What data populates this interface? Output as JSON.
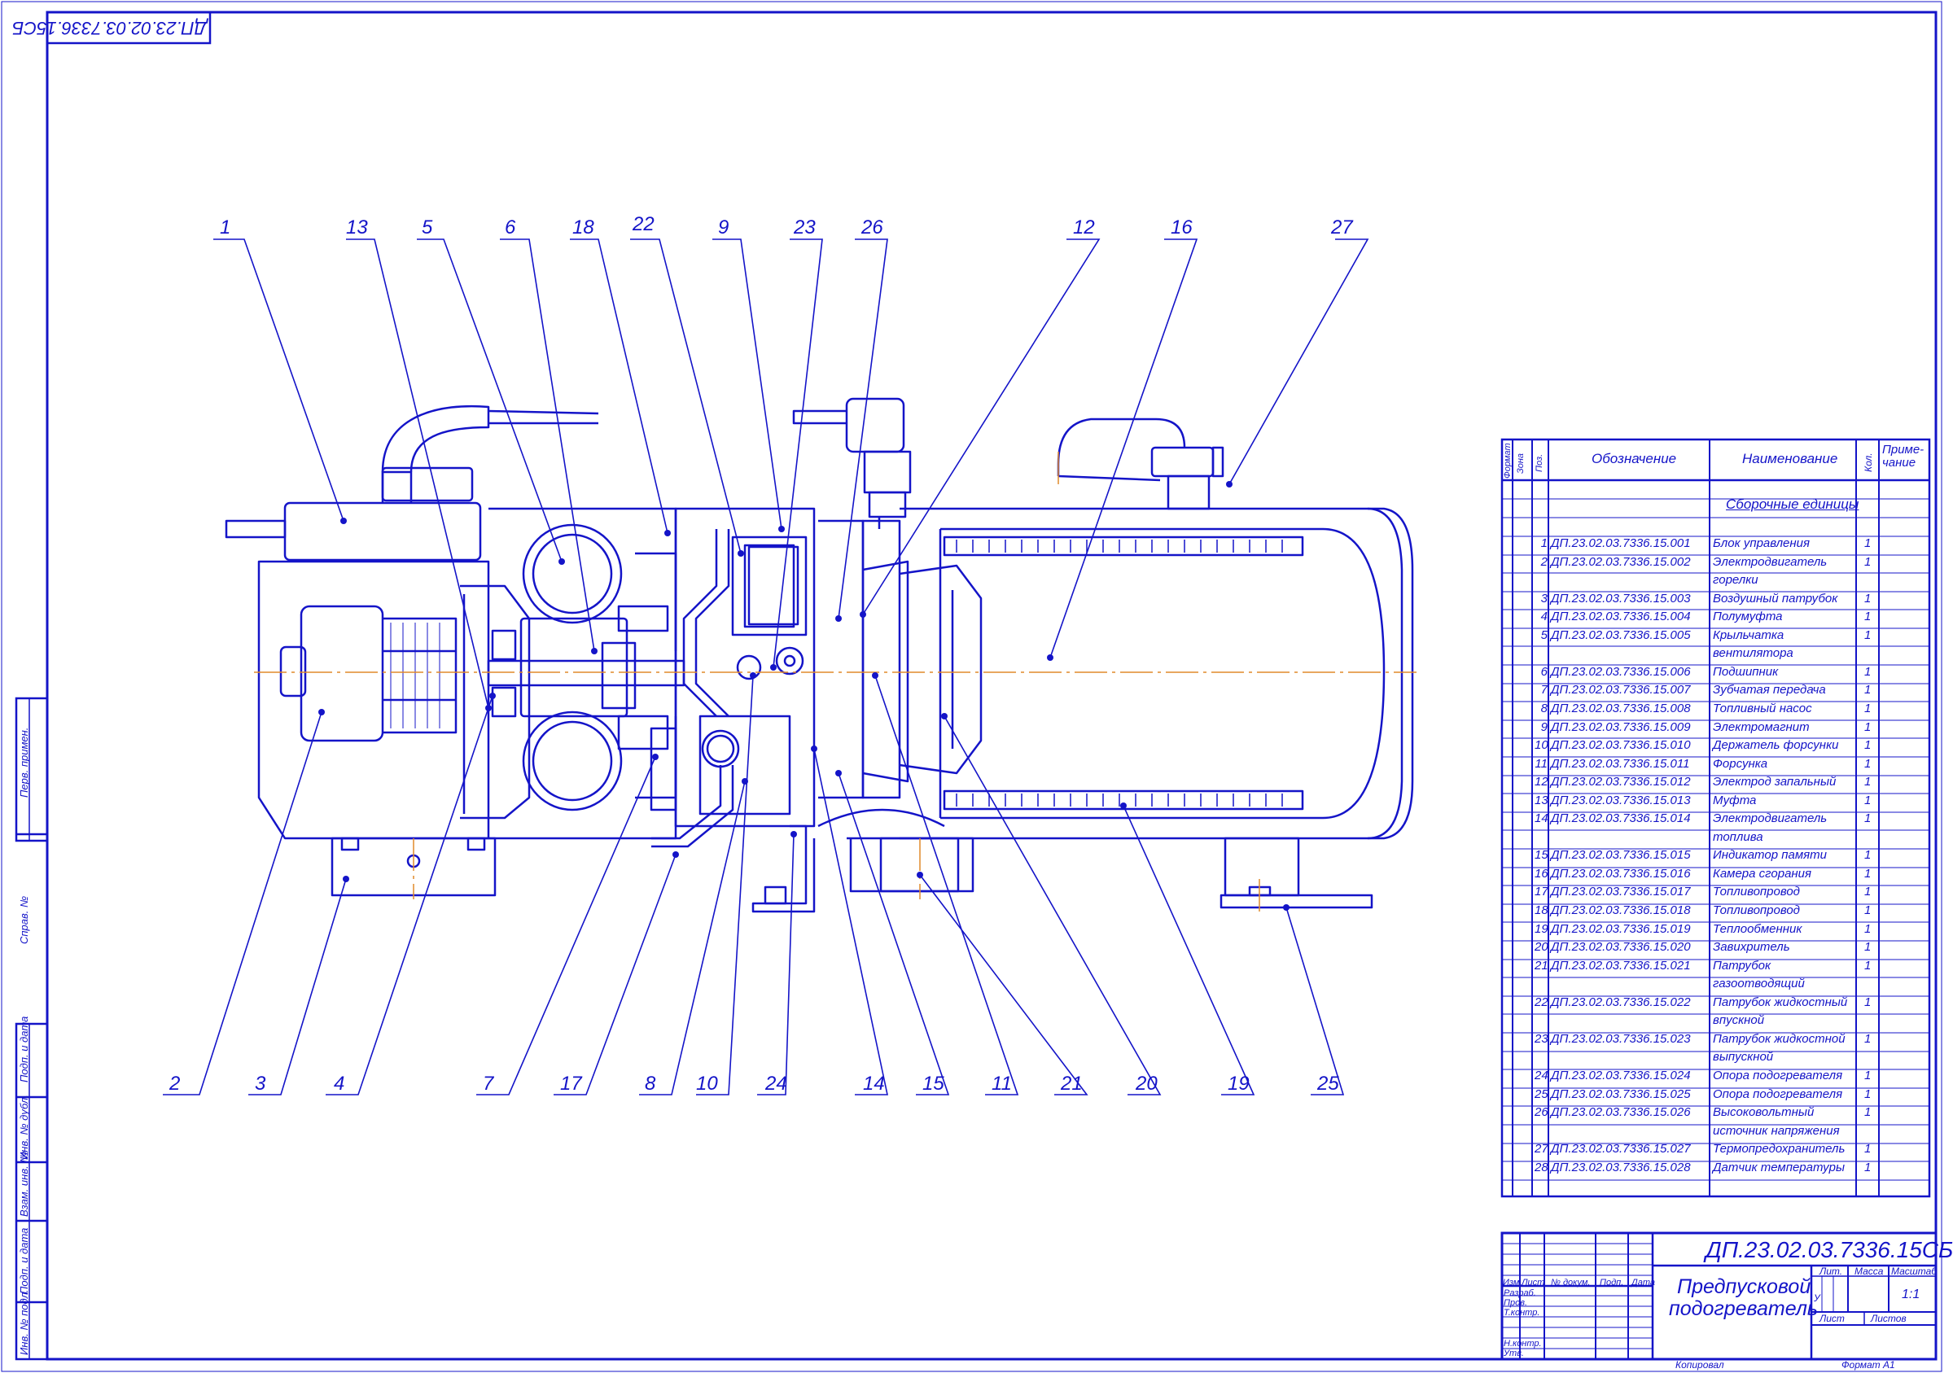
{
  "sheet": {
    "top_code": "ДП.23.02.03.7336.15СБ",
    "format": "Формат  А1",
    "copied": "Копировал"
  },
  "callouts": {
    "top": [
      "1",
      "13",
      "5",
      "6",
      "18",
      "22",
      "9",
      "23",
      "26",
      "12",
      "16",
      "27"
    ],
    "bottom": [
      "2",
      "3",
      "4",
      "7",
      "17",
      "8",
      "10",
      "24",
      "14",
      "15",
      "11",
      "21",
      "20",
      "19",
      "25"
    ]
  },
  "spec_table": {
    "headers": {
      "format": "Формат",
      "zone": "Зона",
      "pos": "Поз.",
      "designation": "Обозначение",
      "name": "Наименование",
      "qty": "Кол.",
      "note": "Приме-\nчание"
    },
    "section_title": "Сборочные единицы",
    "rows": [
      {
        "pos": "1",
        "code": "ДП.23.02.03.7336.15.001",
        "name": "Блок управления",
        "qty": "1"
      },
      {
        "pos": "2",
        "code": "ДП.23.02.03.7336.15.002",
        "name": "Электродвигатель",
        "qty": "1"
      },
      {
        "pos": "",
        "code": "",
        "name": "горелки",
        "qty": ""
      },
      {
        "pos": "3",
        "code": "ДП.23.02.03.7336.15.003",
        "name": "Воздушный патрубок",
        "qty": "1"
      },
      {
        "pos": "4",
        "code": "ДП.23.02.03.7336.15.004",
        "name": "Полумуфта",
        "qty": "1"
      },
      {
        "pos": "5",
        "code": "ДП.23.02.03.7336.15.005",
        "name": "Крыльчатка",
        "qty": "1"
      },
      {
        "pos": "",
        "code": "",
        "name": "вентилятора",
        "qty": ""
      },
      {
        "pos": "6",
        "code": "ДП.23.02.03.7336.15.006",
        "name": "Подшипник",
        "qty": "1"
      },
      {
        "pos": "7",
        "code": "ДП.23.02.03.7336.15.007",
        "name": "Зубчатая передача",
        "qty": "1"
      },
      {
        "pos": "8",
        "code": "ДП.23.02.03.7336.15.008",
        "name": "Топливный насос",
        "qty": "1"
      },
      {
        "pos": "9",
        "code": "ДП.23.02.03.7336.15.009",
        "name": "Электромагнит",
        "qty": "1"
      },
      {
        "pos": "10",
        "code": "ДП.23.02.03.7336.15.010",
        "name": "Держатель форсунки",
        "qty": "1"
      },
      {
        "pos": "11",
        "code": "ДП.23.02.03.7336.15.011",
        "name": "Форсунка",
        "qty": "1"
      },
      {
        "pos": "12",
        "code": "ДП.23.02.03.7336.15.012",
        "name": "Электрод запальный",
        "qty": "1"
      },
      {
        "pos": "13",
        "code": "ДП.23.02.03.7336.15.013",
        "name": "Муфта",
        "qty": "1"
      },
      {
        "pos": "14",
        "code": "ДП.23.02.03.7336.15.014",
        "name": "Электродвигатель",
        "qty": "1"
      },
      {
        "pos": "",
        "code": "",
        "name": "топлива",
        "qty": ""
      },
      {
        "pos": "15",
        "code": "ДП.23.02.03.7336.15.015",
        "name": "Индикатор памяти",
        "qty": "1"
      },
      {
        "pos": "16",
        "code": "ДП.23.02.03.7336.15.016",
        "name": "Камера сгорания",
        "qty": "1"
      },
      {
        "pos": "17",
        "code": "ДП.23.02.03.7336.15.017",
        "name": "Топливопровод",
        "qty": "1"
      },
      {
        "pos": "18",
        "code": "ДП.23.02.03.7336.15.018",
        "name": "Топливопровод",
        "qty": "1"
      },
      {
        "pos": "19",
        "code": "ДП.23.02.03.7336.15.019",
        "name": "Теплообменник",
        "qty": "1"
      },
      {
        "pos": "20",
        "code": "ДП.23.02.03.7336.15.020",
        "name": "Завихритель",
        "qty": "1"
      },
      {
        "pos": "21",
        "code": "ДП.23.02.03.7336.15.021",
        "name": "Патрубок",
        "qty": "1"
      },
      {
        "pos": "",
        "code": "",
        "name": "газоотводящий",
        "qty": ""
      },
      {
        "pos": "22",
        "code": "ДП.23.02.03.7336.15.022",
        "name": "Патрубок жидкостный",
        "qty": "1"
      },
      {
        "pos": "",
        "code": "",
        "name": "впускной",
        "qty": ""
      },
      {
        "pos": "23",
        "code": "ДП.23.02.03.7336.15.023",
        "name": "Патрубок жидкостной",
        "qty": "1"
      },
      {
        "pos": "",
        "code": "",
        "name": "выпускной",
        "qty": ""
      },
      {
        "pos": "24",
        "code": "ДП.23.02.03.7336.15.024",
        "name": "Опора подогревателя",
        "qty": "1"
      },
      {
        "pos": "25",
        "code": "ДП.23.02.03.7336.15.025",
        "name": "Опора подогревателя",
        "qty": "1"
      },
      {
        "pos": "26",
        "code": "ДП.23.02.03.7336.15.026",
        "name": "Высоковольтный",
        "qty": "1"
      },
      {
        "pos": "",
        "code": "",
        "name": "источник напряжения",
        "qty": ""
      },
      {
        "pos": "27",
        "code": "ДП.23.02.03.7336.15.027",
        "name": "Термопредохранитель",
        "qty": "1"
      },
      {
        "pos": "28",
        "code": "ДП.23.02.03.7336.15.028",
        "name": "Датчик температуры",
        "qty": "1"
      }
    ]
  },
  "title_block": {
    "doc_code": "ДП.23.02.03.7336.15СБ",
    "title_line1": "Предпусковой",
    "title_line2": "подогреватель",
    "col_izm": "Изм.",
    "col_list": "Лист",
    "col_doc": "№ докум.",
    "col_sign": "Подп.",
    "col_date": "Дата",
    "roles": [
      "Разраб.",
      "Пров.",
      "Т.контр.",
      "",
      "Н.контр.",
      "Утв."
    ],
    "lit": "Лит.",
    "mass": "Масса",
    "scale": "Масштаб",
    "lit_value": "У",
    "scale_value": "1:1",
    "sheet": "Лист",
    "sheets": "Листов"
  },
  "side_stamp": {
    "perv": "Перв. примен.",
    "sprav": "Справ. №",
    "podp1": "Подп. и дата",
    "inv_dubl": "Инв. № дубл.",
    "vzam": "Взам. инв. №",
    "podp2": "Подп. и дата",
    "inv_podl": "Инв. № подл."
  },
  "colors": {
    "ink": "#1414c8",
    "axis": "#e08a2a"
  }
}
